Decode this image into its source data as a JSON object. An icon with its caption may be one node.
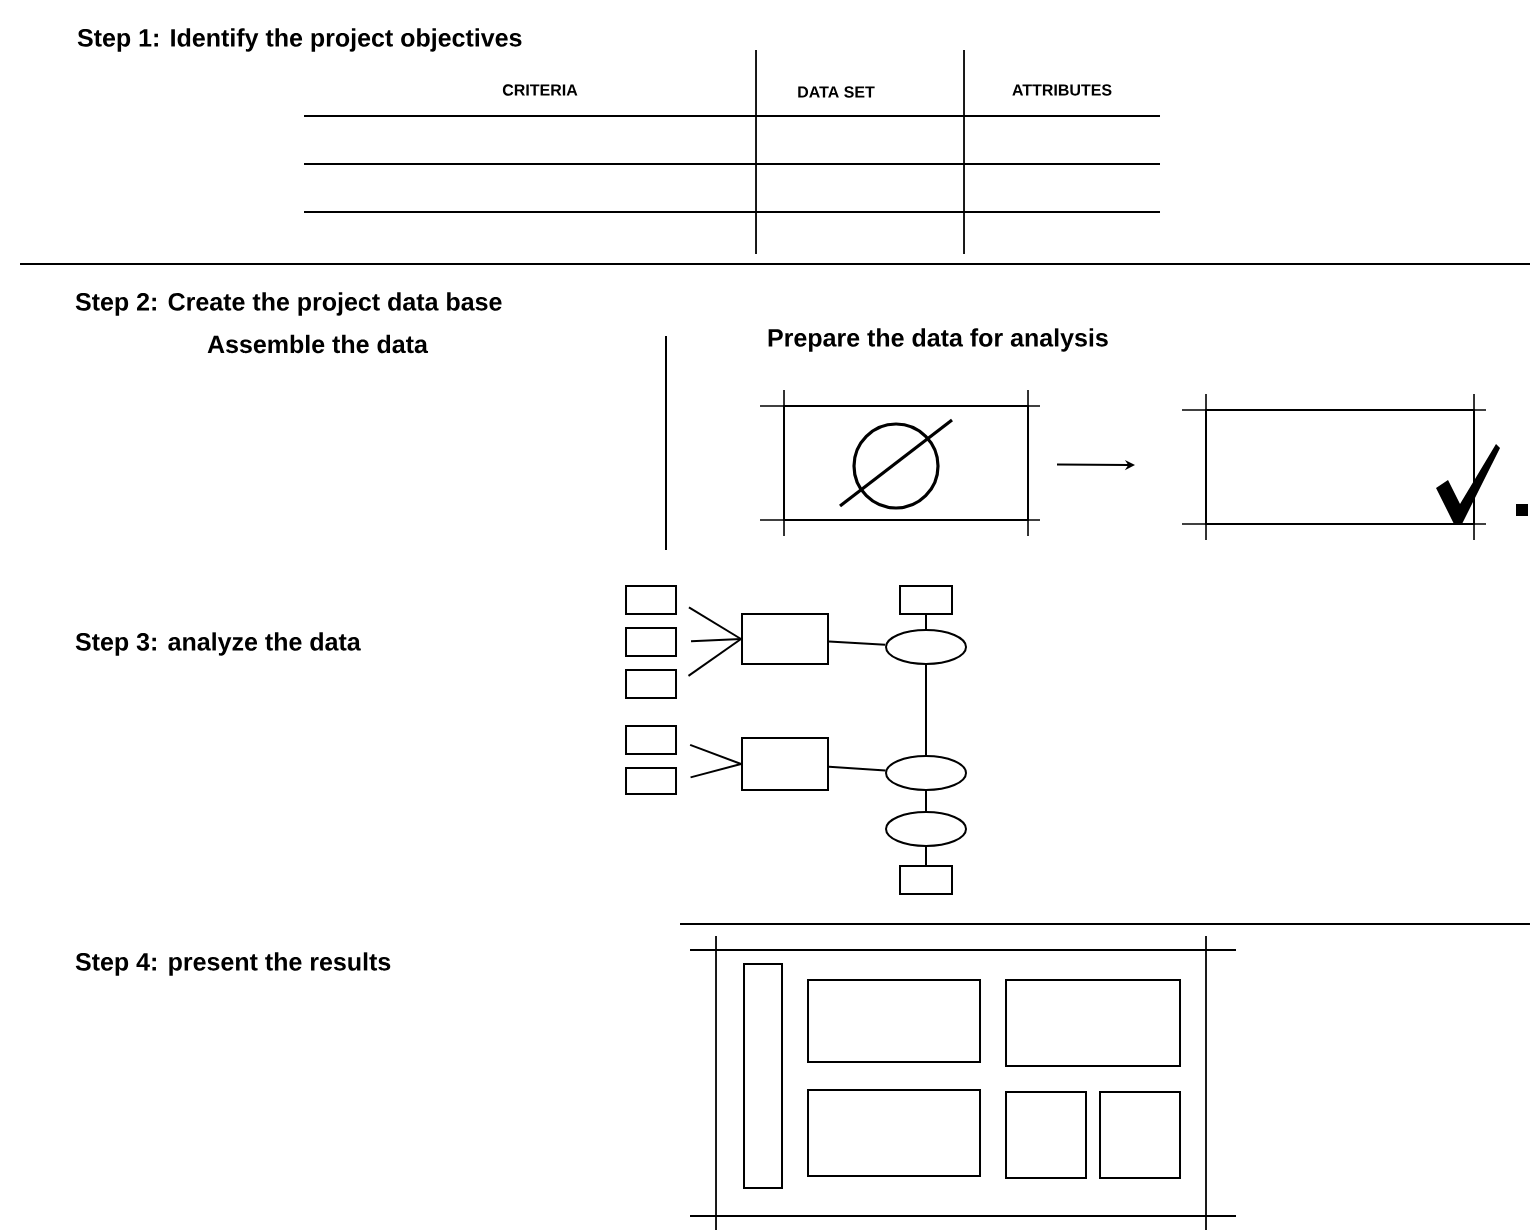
{
  "diagram": {
    "nodes": [
      {
        "text": [],
        "shape": "box"
      },
      {
        "text": [],
        "shape": "box"
      },
      {
        "text": [],
        "shape": "box"
      },
      {
        "text": [],
        "shape": "box"
      },
      {
        "text": [],
        "shape": "box"
      },
      {
        "text": [],
        "shape": "box"
      },
      {
        "text": [],
        "shape": "box"
      },
      {
        "text": [],
        "shape": "box"
      },
      {
        "text": [],
        "shape": "box"
      },
      {
        "text": [],
        "shape": "box"
      },
      {
        "text": [],
        "shape": "ellipse"
      },
      {
        "text": [],
        "shape": "ellipse"
      },
      {
        "text": [],
        "shape": "ellipse"
      },
      {
        "text": [],
        "shape": "box"
      }
    ],
    "edges": [
      {
        "from": 0,
        "to": 1,
        "arrow": "to"
      },
      {
        "from": 2,
        "to": 7,
        "arrow": "none"
      },
      {
        "from": 3,
        "to": 7,
        "arrow": "none"
      },
      {
        "from": 4,
        "to": 7,
        "arrow": "none"
      },
      {
        "from": 5,
        "to": 8,
        "arrow": "none"
      },
      {
        "from": 6,
        "to": 8,
        "arrow": "none"
      },
      {
        "from": 7,
        "to": 10,
        "arrow": "none"
      },
      {
        "from": 8,
        "to": 11,
        "arrow": "none"
      },
      {
        "from": 9,
        "to": 10,
        "arrow": "none"
      },
      {
        "from": 10,
        "to": 11,
        "arrow": "none"
      },
      {
        "from": 11,
        "to": 12,
        "arrow": "none"
      },
      {
        "from": 12,
        "to": 13,
        "arrow": "none"
      }
    ],
    "labels": [
      "Step 1: Identify the project objectives",
      "CRITERIA",
      "DATA SET",
      "ATTRIBUTES",
      "Step 2: Create the project data base",
      "Assemble the data",
      "Prepare the data for analysis",
      "Step 3: analyze the data",
      "Step 4: present the results"
    ]
  }
}
